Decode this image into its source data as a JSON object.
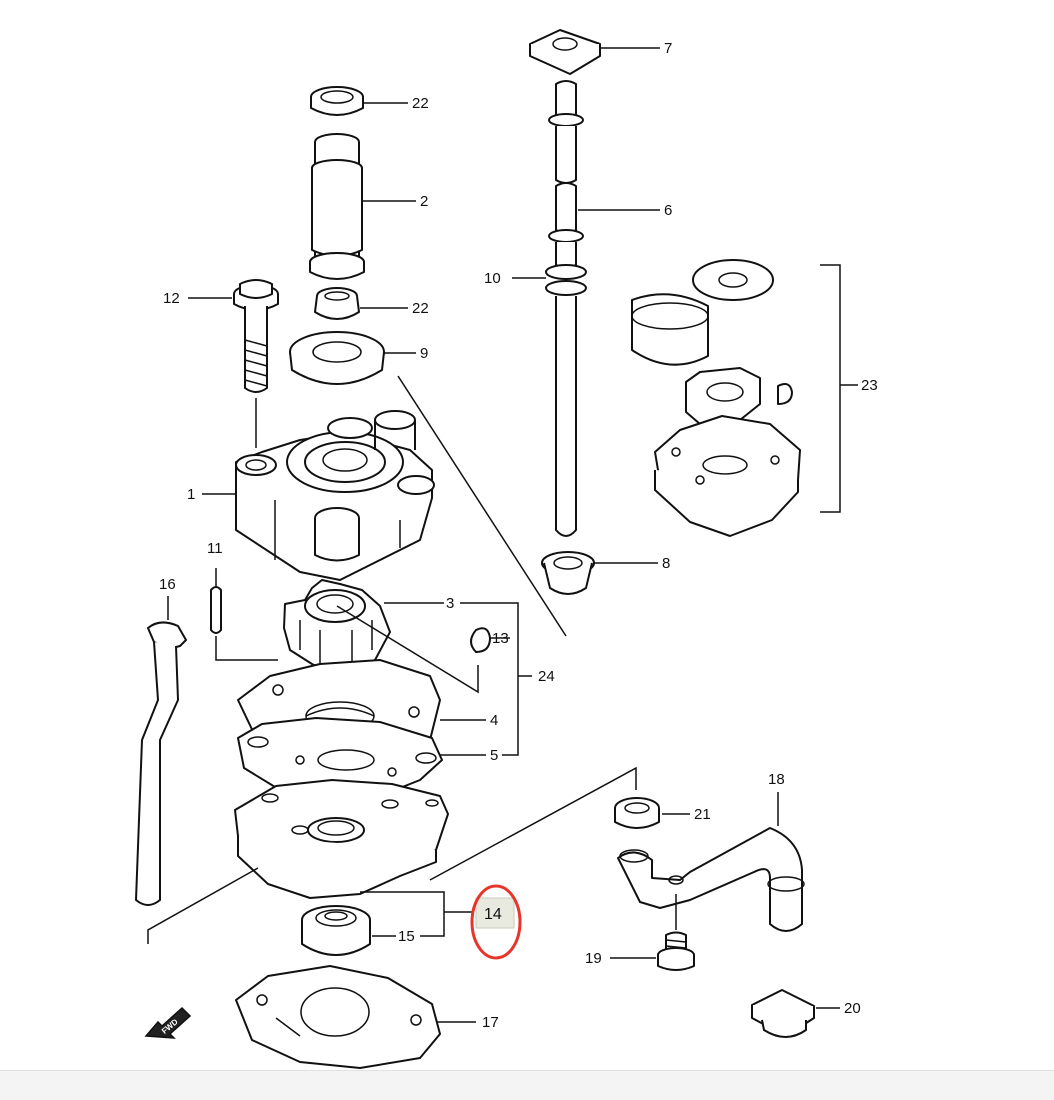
{
  "diagram": {
    "labels": {
      "p1": "1",
      "p2": "2",
      "p3": "3",
      "p4": "4",
      "p5": "5",
      "p6": "6",
      "p7": "7",
      "p8": "8",
      "p9": "9",
      "p10": "10",
      "p11": "11",
      "p12": "12",
      "p13": "13",
      "p14": "14",
      "p15": "15",
      "p16": "16",
      "p17": "17",
      "p18": "18",
      "p19": "19",
      "p20": "20",
      "p21": "21",
      "p22a": "22",
      "p22b": "22",
      "p23": "23",
      "p24": "24"
    },
    "fwd_arrow_text": "FWD",
    "highlight": {
      "part": "14",
      "color": "#e8352a",
      "box_fill": "#e9eadf"
    },
    "colors": {
      "line": "#111111",
      "background": "#ffffff"
    }
  }
}
